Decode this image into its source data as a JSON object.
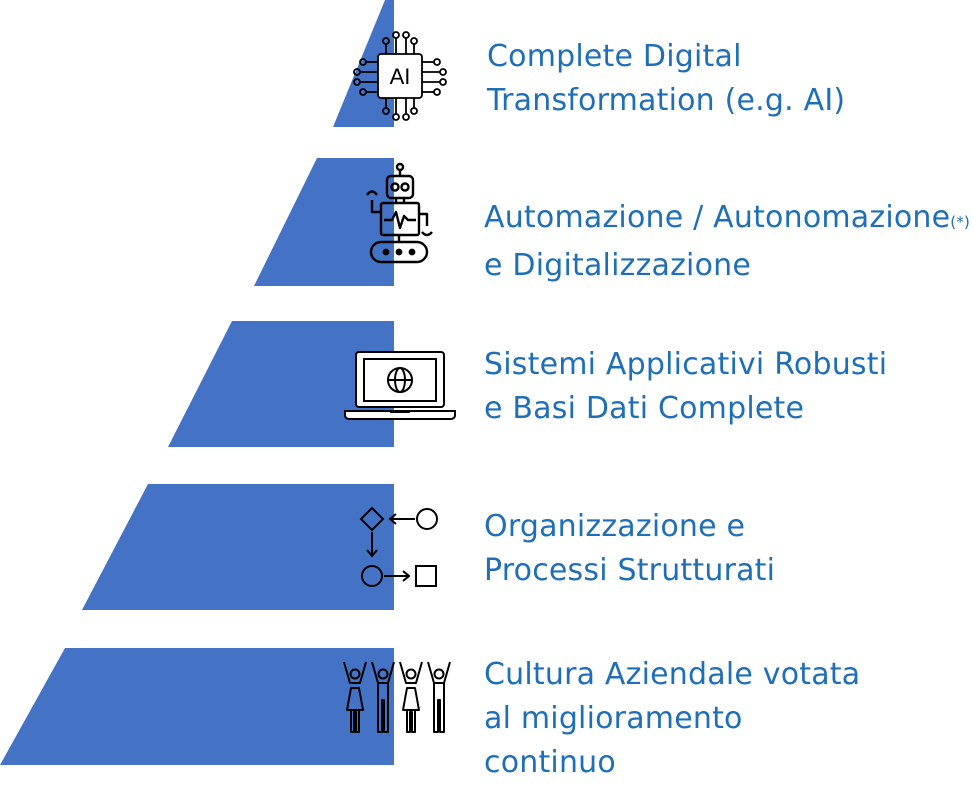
{
  "colors": {
    "band": "#4472c4",
    "text": "#1f6fb8",
    "icon": "#000000"
  },
  "levels": [
    {
      "lines": [
        "Complete Digital",
        "Transformation (e.g. AI)"
      ],
      "icon": "ai-chip-icon",
      "icon_text": "AI"
    },
    {
      "lines": [
        "Automazione / Autonomazione",
        "e Digitalizzazione"
      ],
      "suffix": "(*)",
      "icon": "robot-icon"
    },
    {
      "lines": [
        "Sistemi Applicativi Robusti",
        "e Basi Dati Complete"
      ],
      "icon": "laptop-globe-icon"
    },
    {
      "lines": [
        "Organizzazione e",
        "Processi Strutturati"
      ],
      "icon": "process-flow-icon"
    },
    {
      "lines": [
        "Cultura Aziendale votata",
        "al miglioramento",
        "continuo"
      ],
      "icon": "people-celebrating-icon"
    }
  ]
}
